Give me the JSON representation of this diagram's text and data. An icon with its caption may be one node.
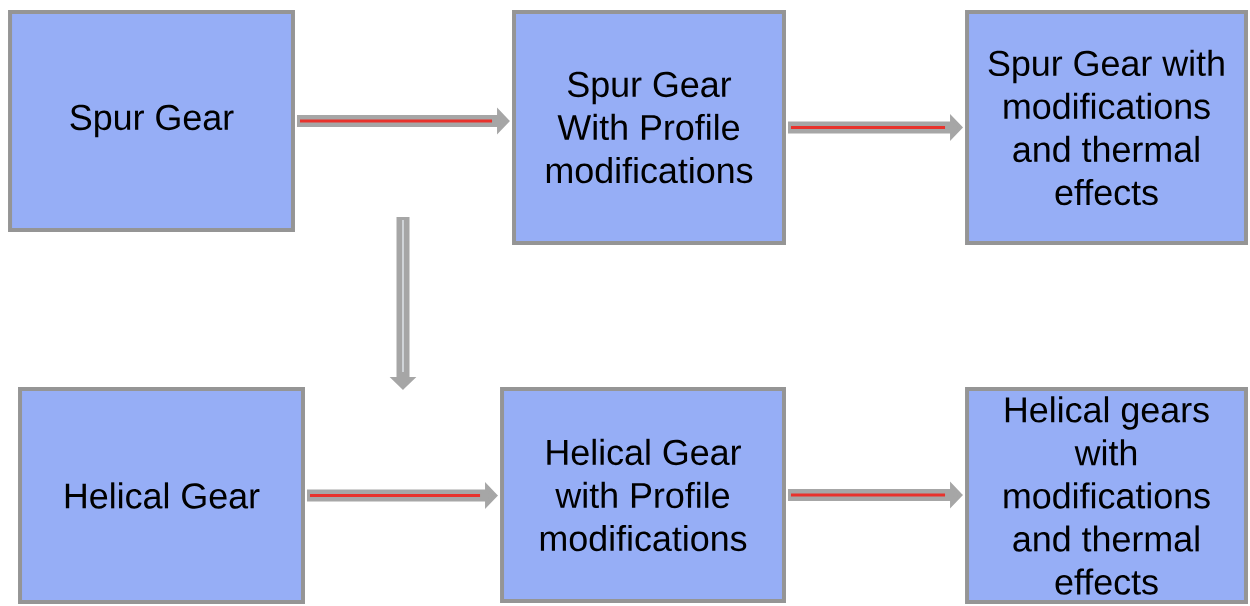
{
  "diagram": {
    "nodes": [
      {
        "text": [
          "Spur Gear"
        ]
      },
      {
        "text": [
          "Spur Gear With Profile modifications"
        ]
      },
      {
        "text": [
          "Spur Gear with modifications and thermal effects"
        ]
      },
      {
        "text": [
          "Helical Gear"
        ]
      },
      {
        "text": [
          "Helical Gear with Profile modifications"
        ]
      },
      {
        "text": [
          "Helical gears with modifications and thermal effects"
        ]
      }
    ],
    "edges": [
      {
        "from": 0,
        "to": 1,
        "arrow": "to"
      },
      {
        "from": 1,
        "to": 2,
        "arrow": "to"
      },
      {
        "from": 3,
        "to": 4,
        "arrow": "to"
      },
      {
        "from": 4,
        "to": 5,
        "arrow": "to"
      }
    ]
  }
}
